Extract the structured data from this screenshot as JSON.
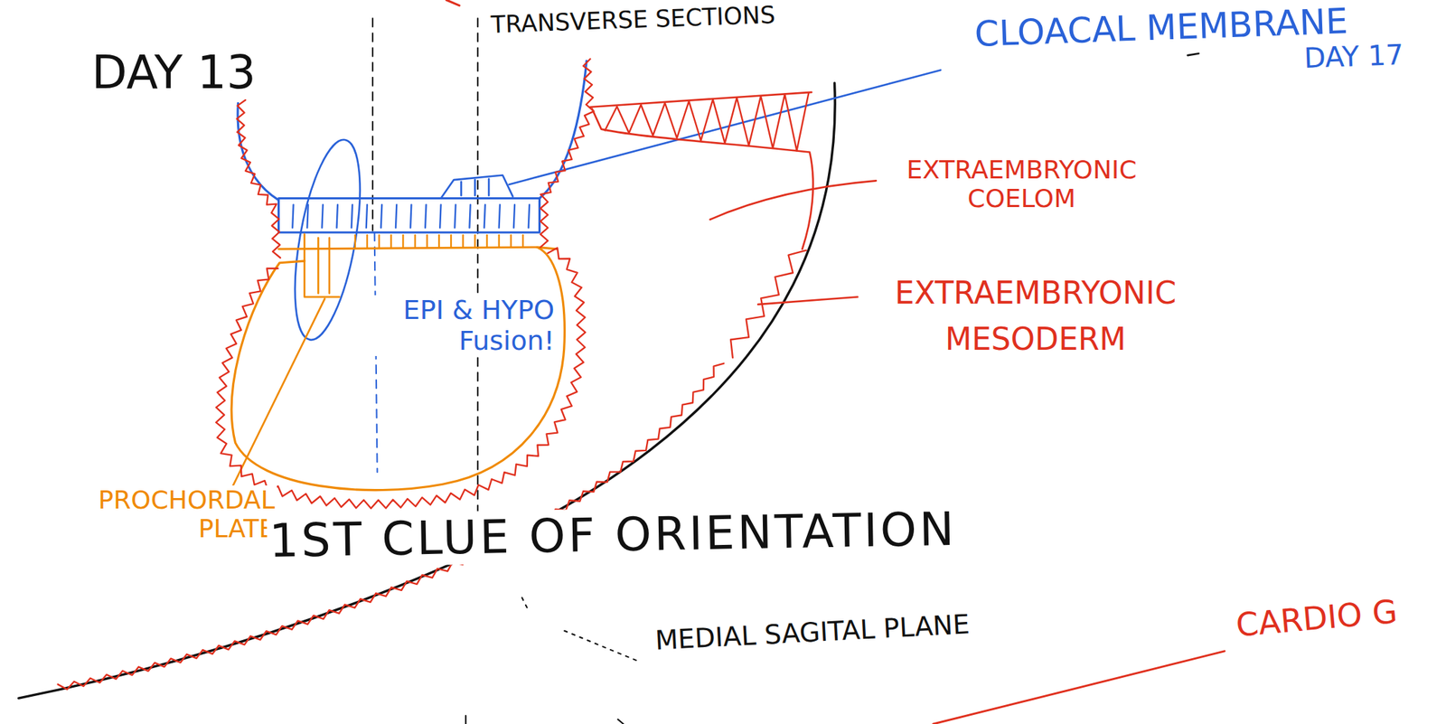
{
  "diagram": {
    "title": "DAY 13",
    "labels": [
      "TRANSVERSE SECTIONS",
      "CLOACAL MEMBRANE",
      "DAY 17",
      "EXTRAEMBRYONIC COELOM",
      "EXTRAEMBRYONIC MESODERM",
      "EPI & HYPO Fusion!",
      "PROCHORDAL PLATE",
      "1ST CLUE OF ORIENTATION",
      "MEDIAL SAGITAL PLANE",
      "CARDIO G"
    ]
  }
}
